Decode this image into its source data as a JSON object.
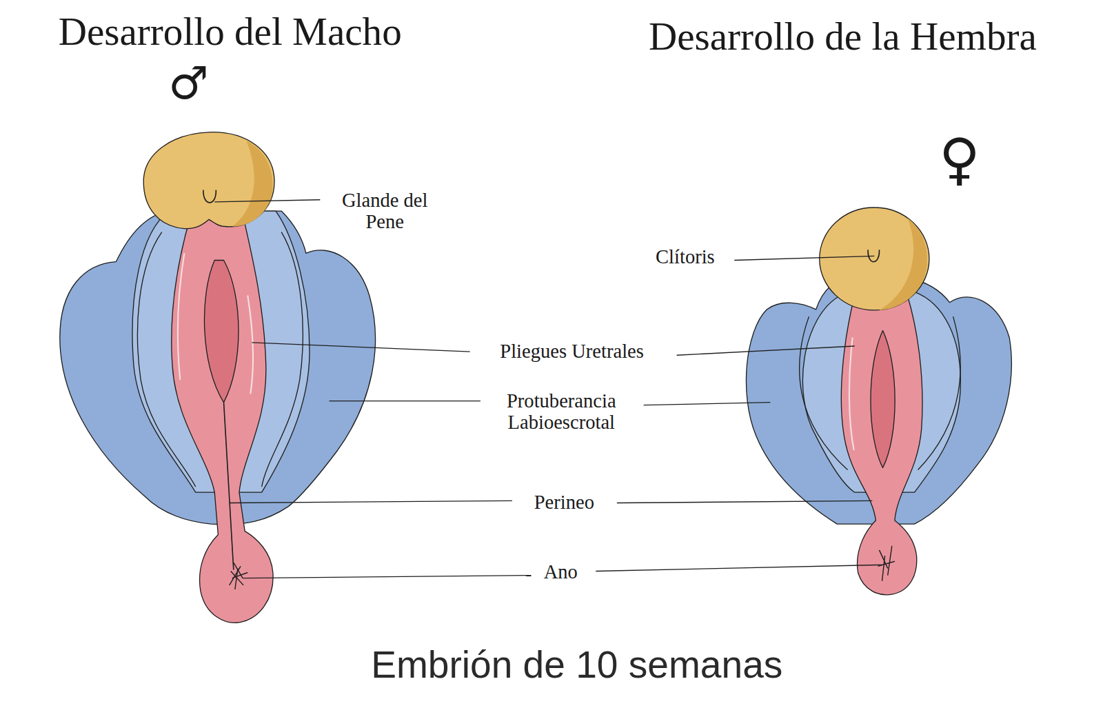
{
  "diagram": {
    "caption": "Embrión de 10 semanas",
    "labels": [
      "Desarrollo del Macho",
      "♂",
      "Desarrollo de la Hembra",
      "♀",
      "Glande del Pene",
      "Clítoris",
      "Pliegues Uretrales",
      "Protuberancia Labioescrotal",
      "Perineo",
      "Ano"
    ]
  }
}
